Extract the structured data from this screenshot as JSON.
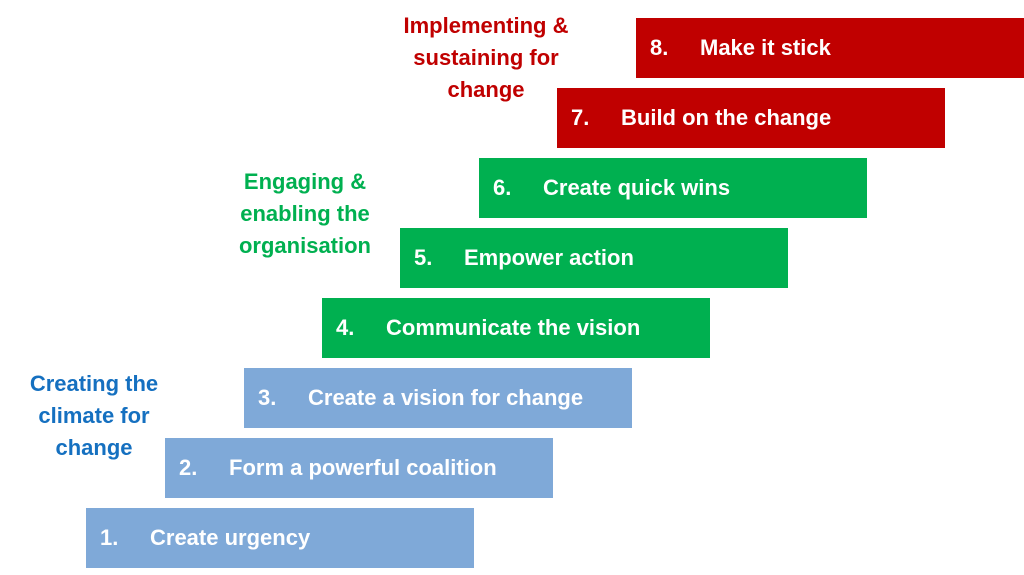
{
  "colors": {
    "phase_1": "#7fa9d8",
    "phase_2": "#00b050",
    "phase_3": "#c00000",
    "phase_1_text": "#1570c0",
    "phase_2_text": "#00b050",
    "phase_3_text": "#c00000"
  },
  "steps": [
    {
      "number": "1.",
      "label": "Create urgency",
      "phase": 1
    },
    {
      "number": "2.",
      "label": "Form a powerful coalition",
      "phase": 1
    },
    {
      "number": "3.",
      "label": "Create a vision for change",
      "phase": 1
    },
    {
      "number": "4.",
      "label": "Communicate the vision",
      "phase": 2
    },
    {
      "number": "5.",
      "label": "Empower action",
      "phase": 2
    },
    {
      "number": "6.",
      "label": "Create quick wins",
      "phase": 2
    },
    {
      "number": "7.",
      "label": "Build on the change",
      "phase": 3
    },
    {
      "number": "8.",
      "label": "Make it stick",
      "phase": 3
    }
  ],
  "phases": [
    {
      "label": "Creating the\nclimate for\nchange"
    },
    {
      "label": "Engaging &\nenabling the\norganisation"
    },
    {
      "label": "Implementing &\nsustaining for\nchange"
    }
  ]
}
